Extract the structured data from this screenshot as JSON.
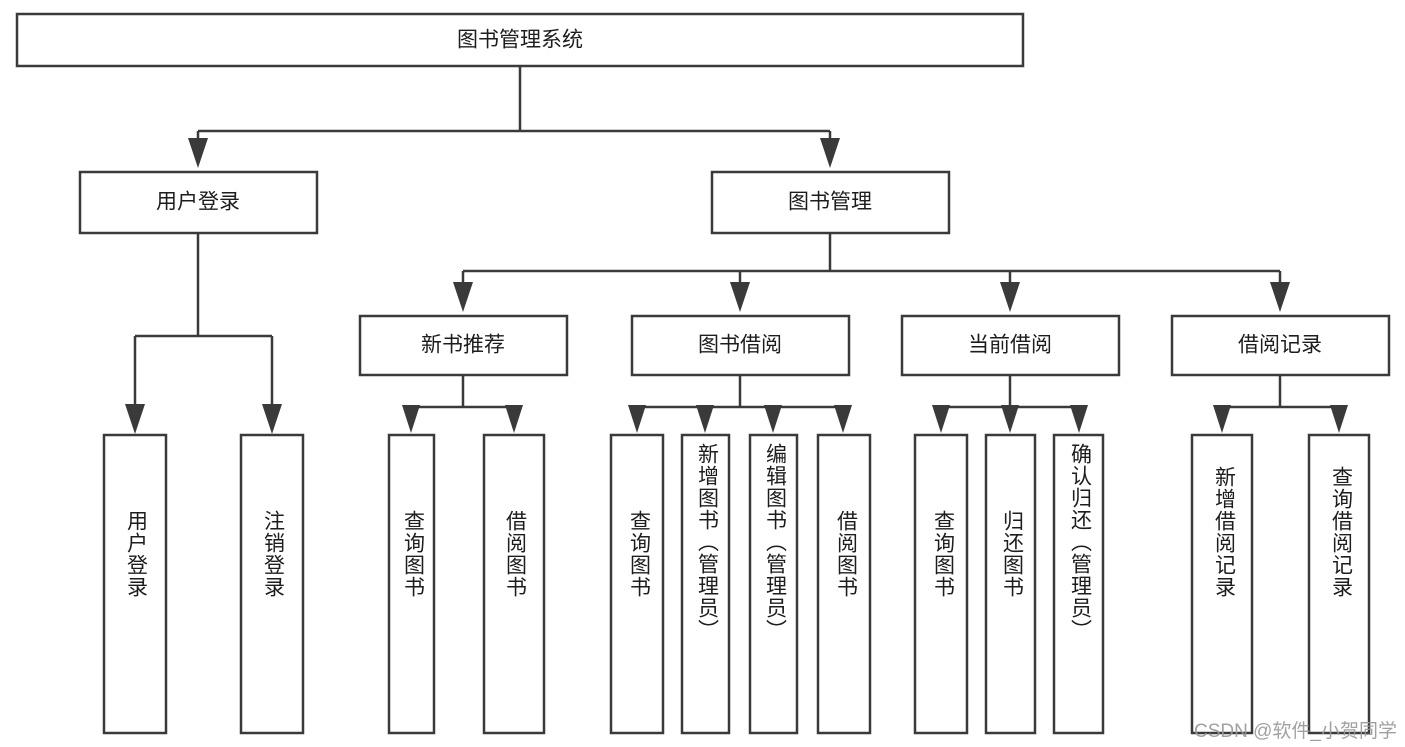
{
  "diagram": {
    "title": "图书管理系统",
    "type": "hierarchy-tree",
    "root": {
      "id": "root",
      "label": "图书管理系统"
    },
    "level1": [
      {
        "id": "user-login",
        "label": "用户登录"
      },
      {
        "id": "book-management",
        "label": "图书管理"
      }
    ],
    "level2": [
      {
        "id": "new-book-recommend",
        "label": "新书推荐",
        "parent": "book-management"
      },
      {
        "id": "book-borrow",
        "label": "图书借阅",
        "parent": "book-management"
      },
      {
        "id": "current-borrow",
        "label": "当前借阅",
        "parent": "book-management"
      },
      {
        "id": "borrow-record",
        "label": "借阅记录",
        "parent": "book-management"
      }
    ],
    "leaves": [
      {
        "id": "leaf-user-login",
        "label": "用户登录",
        "parent": "user-login"
      },
      {
        "id": "leaf-logout-login",
        "label": "注销登录",
        "parent": "user-login"
      },
      {
        "id": "leaf-query-book-1",
        "label": "查询图书",
        "parent": "new-book-recommend"
      },
      {
        "id": "leaf-borrow-book-1",
        "label": "借阅图书",
        "parent": "new-book-recommend"
      },
      {
        "id": "leaf-query-book-2",
        "label": "查询图书",
        "parent": "book-borrow"
      },
      {
        "id": "leaf-add-book",
        "label": "新增图书（管理员）",
        "parent": "book-borrow"
      },
      {
        "id": "leaf-edit-book",
        "label": "编辑图书（管理员）",
        "parent": "book-borrow"
      },
      {
        "id": "leaf-borrow-book-2",
        "label": "借阅图书",
        "parent": "book-borrow"
      },
      {
        "id": "leaf-query-book-3",
        "label": "查询图书",
        "parent": "current-borrow"
      },
      {
        "id": "leaf-return-book",
        "label": "归还图书",
        "parent": "current-borrow"
      },
      {
        "id": "leaf-confirm-return",
        "label": "确认归还（管理员）",
        "parent": "current-borrow"
      },
      {
        "id": "leaf-add-record",
        "label": "新增借阅记录",
        "parent": "borrow-record"
      },
      {
        "id": "leaf-query-record",
        "label": "查询借阅记录",
        "parent": "borrow-record"
      }
    ],
    "colors": {
      "stroke": "#3a3a3a",
      "fill": "#ffffff",
      "text": "#1d1d1d",
      "watermark": "#9a9a9a"
    }
  },
  "watermark": {
    "text": "CSDN @软件_小贺同学"
  }
}
